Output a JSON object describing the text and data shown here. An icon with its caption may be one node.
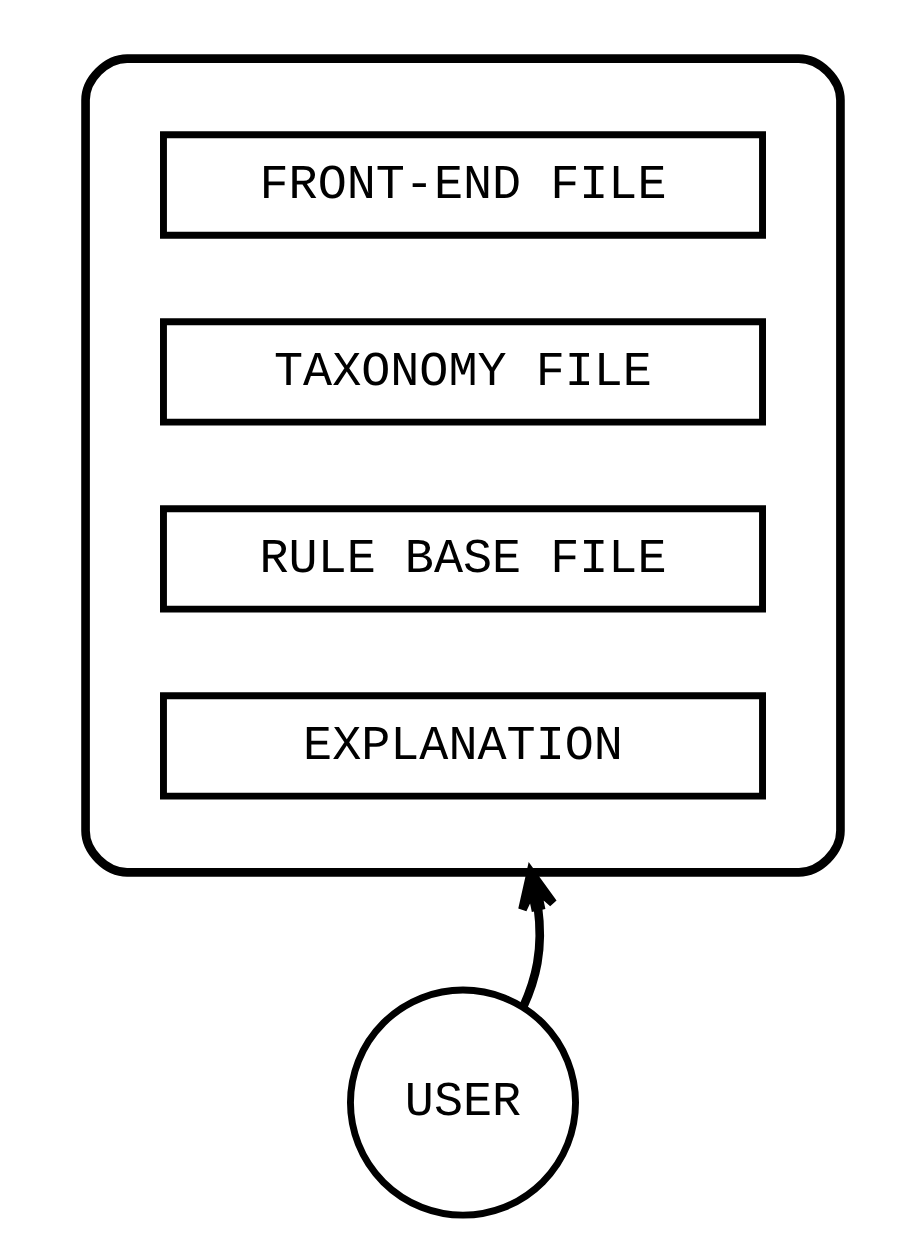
{
  "diagram": {
    "nodes": [
      {
        "text": [],
        "shape": "box"
      },
      {
        "text": [
          "FRONT-END FILE"
        ],
        "in": 0
      },
      {
        "text": [
          "TAXONOMY FILE"
        ],
        "in": 0
      },
      {
        "text": [
          "RULE BASE FILE"
        ],
        "in": 0
      },
      {
        "text": [
          "EXPLANATION"
        ],
        "in": 0
      },
      {
        "text": [
          "USER"
        ]
      }
    ],
    "edges": [
      {
        "from": 5,
        "to": 0,
        "arrow": "to"
      }
    ]
  }
}
